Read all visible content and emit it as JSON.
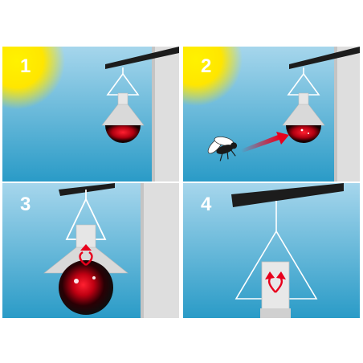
{
  "panels": [
    {
      "step": "1"
    },
    {
      "step": "2"
    },
    {
      "step": "3"
    },
    {
      "step": "4"
    }
  ],
  "colors": {
    "sky_top": "#9fd3ea",
    "sky_bottom": "#2c9ec9",
    "sun": "#ffe200",
    "wall": "#dcdcdc",
    "beam": "#1b1b1b",
    "lamp_shade": "#d8d8d8",
    "lamp_bulb": "#111111",
    "bulb_glow": "#e8001c",
    "arrow": "#e8001c"
  },
  "icons": [
    "sun-icon",
    "fly-icon",
    "arrow-icon",
    "lamp-icon",
    "bulb-icon"
  ]
}
